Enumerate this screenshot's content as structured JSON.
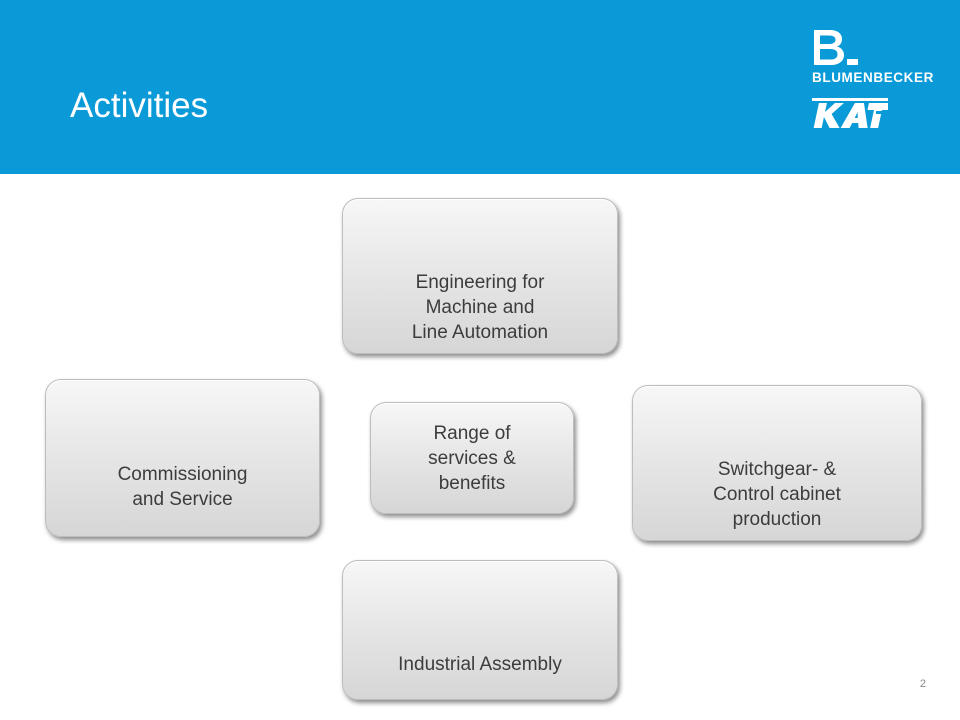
{
  "slide": {
    "title": "Activities",
    "page_number": "2"
  },
  "logo": {
    "brand_text": "BLUMENBECKER",
    "secondary_logo_text": "KAT"
  },
  "boxes": {
    "engineering": {
      "lines": [
        "Engineering for",
        "Machine and",
        "Line Automation"
      ]
    },
    "commissioning": {
      "lines": [
        "Commissioning",
        "and Service"
      ]
    },
    "range": {
      "lines": [
        "Range of",
        "services &",
        "benefits"
      ]
    },
    "switchgear": {
      "lines": [
        "Switchgear- &",
        "Control cabinet",
        "production"
      ]
    },
    "industrial": {
      "lines": [
        "Industrial Assembly"
      ]
    }
  },
  "colors": {
    "header_blue": "#0b9ad8",
    "box_text": "#3c3c3c"
  }
}
